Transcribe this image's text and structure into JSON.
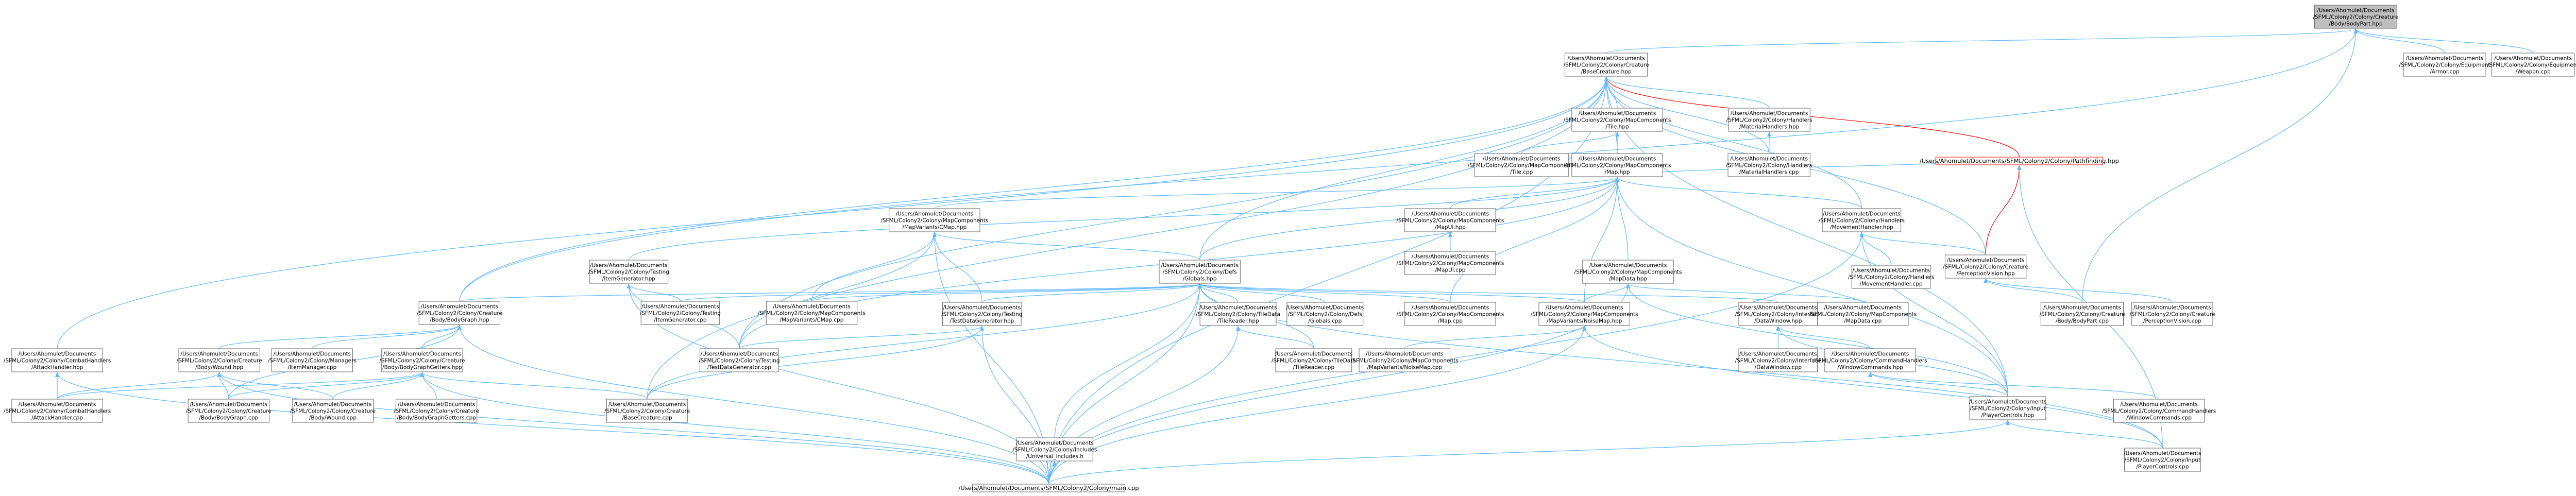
{
  "graph": {
    "title": "",
    "colors": {
      "edge": "#63b8ff",
      "edge_warning": "#ff0000",
      "root_fill": "#bfbfbf",
      "node_border": "#666666",
      "background": "#ffffff"
    },
    "nodes": [
      {
        "id": "bodypart_hpp",
        "lines": [
          "/Users/Ahomulet/Documents",
          "/SFML/Colony2/Colony/Creature",
          "/Body/BodyPart.hpp"
        ],
        "kind": "root"
      },
      {
        "id": "basecreature_hpp",
        "lines": [
          "/Users/Ahomulet/Documents",
          "/SFML/Colony2/Colony/Creature",
          "/BaseCreature.hpp"
        ]
      },
      {
        "id": "armor_cpp",
        "lines": [
          "/Users/Ahomulet/Documents",
          "/SFML/Colony2/Colony/Equipment",
          "/Armor.cpp"
        ]
      },
      {
        "id": "weapon_cpp",
        "lines": [
          "/Users/Ahomulet/Documents",
          "/SFML/Colony2/Colony/Equipment",
          "/Weapon.cpp"
        ]
      },
      {
        "id": "tile_hpp",
        "lines": [
          "/Users/Ahomulet/Documents",
          "/SFML/Colony2/Colony/MapComponents",
          "/Tile.hpp"
        ]
      },
      {
        "id": "materialhandlers_hpp",
        "lines": [
          "/Users/Ahomulet/Documents",
          "/SFML/Colony2/Colony/Handlers",
          "/MaterialHandlers.hpp"
        ]
      },
      {
        "id": "tile_cpp",
        "lines": [
          "/Users/Ahomulet/Documents",
          "/SFML/Colony2/Colony/MapComponents",
          "/Tile.cpp"
        ]
      },
      {
        "id": "materialhandlers_cpp",
        "lines": [
          "/Users/Ahomulet/Documents",
          "/SFML/Colony2/Colony/Handlers",
          "/MaterialHandlers.cpp"
        ]
      },
      {
        "id": "map_hpp",
        "lines": [
          "/Users/Ahomulet/Documents",
          "/SFML/Colony2/Colony/MapComponents",
          "/Map.hpp"
        ]
      },
      {
        "id": "pathfinding_hpp",
        "lines": [
          "/Users/Ahomulet/Documents/SFML/Colony2/Colony/Pathfinding.hpp"
        ],
        "kind": "warn"
      },
      {
        "id": "cmap_hpp",
        "lines": [
          "/Users/Ahomulet/Documents",
          "/SFML/Colony2/Colony/MapComponents",
          "/MapVariants/CMap.hpp"
        ]
      },
      {
        "id": "mapui_hpp",
        "lines": [
          "/Users/Ahomulet/Documents",
          "/SFML/Colony2/Colony/MapComponents",
          "/MapUI.hpp"
        ]
      },
      {
        "id": "movementhandler_hpp",
        "lines": [
          "/Users/Ahomulet/Documents",
          "/SFML/Colony2/Colony/Handlers",
          "/MovementHandler.hpp"
        ]
      },
      {
        "id": "itemgenerator_hpp",
        "lines": [
          "/Users/Ahomulet/Documents",
          "/SFML/Colony2/Colony/Testing",
          "/ItemGenerator.hpp"
        ]
      },
      {
        "id": "mapui_cpp",
        "lines": [
          "/Users/Ahomulet/Documents",
          "/SFML/Colony2/Colony/MapComponents",
          "/MapUI.cpp"
        ]
      },
      {
        "id": "globals_hpp",
        "lines": [
          "/Users/Ahomulet/Documents",
          "/SFML/Colony2/Colony/Defs",
          "/Globals.hpp"
        ]
      },
      {
        "id": "mapdata_hpp",
        "lines": [
          "/Users/Ahomulet/Documents",
          "/SFML/Colony2/Colony/MapComponents",
          "/MapData.hpp"
        ]
      },
      {
        "id": "movementhandler_cpp",
        "lines": [
          "/Users/Ahomulet/Documents",
          "/SFML/Colony2/Colony/Handlers",
          "/MovementHandler.cpp"
        ]
      },
      {
        "id": "perceptionvision_hpp",
        "lines": [
          "/Users/Ahomulet/Documents",
          "/SFML/Colony2/Colony/Creature",
          "/PerceptionVision.hpp"
        ]
      },
      {
        "id": "bodygraph_hpp",
        "lines": [
          "/Users/Ahomulet/Documents",
          "/SFML/Colony2/Colony/Creature",
          "/Body/BodyGraph.hpp"
        ]
      },
      {
        "id": "itemgenerator_cpp",
        "lines": [
          "/Users/Ahomulet/Documents",
          "/SFML/Colony2/Colony/Testing",
          "/ItemGenerator.cpp"
        ]
      },
      {
        "id": "cmap_cpp",
        "lines": [
          "/Users/Ahomulet/Documents",
          "/SFML/Colony2/Colony/MapComponents",
          "/MapVariants/CMap.cpp"
        ]
      },
      {
        "id": "tilereader_hpp",
        "lines": [
          "/Users/Ahomulet/Documents",
          "/SFML/Colony2/Colony/TileData",
          "/TileReader.hpp"
        ]
      },
      {
        "id": "globals_cpp",
        "lines": [
          "/Users/Ahomulet/Documents",
          "/SFML/Colony2/Colony/Defs",
          "/Globals.cpp"
        ]
      },
      {
        "id": "map_cpp",
        "lines": [
          "/Users/Ahomulet/Documents",
          "/SFML/Colony2/Colony/MapComponents",
          "/Map.cpp"
        ]
      },
      {
        "id": "noisemap_hpp",
        "lines": [
          "/Users/Ahomulet/Documents",
          "/SFML/Colony2/Colony/MapComponents",
          "/MapVariants/NoiseMap.hpp"
        ]
      },
      {
        "id": "datawindow_hpp",
        "lines": [
          "/Users/Ahomulet/Documents",
          "/SFML/Colony2/Colony/Interface",
          "/DataWindow.hpp"
        ]
      },
      {
        "id": "mapdata_cpp",
        "lines": [
          "/Users/Ahomulet/Documents",
          "/SFML/Colony2/Colony/MapComponents",
          "/MapData.cpp"
        ]
      },
      {
        "id": "bodypart_cpp",
        "lines": [
          "/Users/Ahomulet/Documents",
          "/SFML/Colony2/Colony/Creature",
          "/Body/BodyPart.cpp"
        ]
      },
      {
        "id": "perceptionvision_cpp",
        "lines": [
          "/Users/Ahomulet/Documents",
          "/SFML/Colony2/Colony/Creature",
          "/PerceptionVision.cpp"
        ]
      },
      {
        "id": "attackhandler_hpp",
        "lines": [
          "/Users/Ahomulet/Documents",
          "/SFML/Colony2/Colony/CombatHandlers",
          "/AttackHandler.hpp"
        ]
      },
      {
        "id": "wound_hpp",
        "lines": [
          "/Users/Ahomulet/Documents",
          "/SFML/Colony2/Colony/Creature",
          "/Body/Wound.hpp"
        ]
      },
      {
        "id": "itemmanager_cpp",
        "lines": [
          "/Users/Ahomulet/Documents",
          "/SFML/Colony2/Colony/Managers",
          "/ItemManager.cpp"
        ]
      },
      {
        "id": "bodygraphgetters_hpp",
        "lines": [
          "/Users/Ahomulet/Documents",
          "/SFML/Colony2/Colony/Creature",
          "/Body/BodyGraphGetters.hpp"
        ]
      },
      {
        "id": "testdatagenerator_hpp",
        "lines": [
          "/Users/Ahomulet/Documents",
          "/SFML/Colony2/Colony/Testing",
          "/TestDataGenerator.hpp"
        ]
      },
      {
        "id": "tilereader_cpp",
        "lines": [
          "/Users/Ahomulet/Documents",
          "/SFML/Colony2/Colony/TileData",
          "/TileReader.cpp"
        ]
      },
      {
        "id": "noisemap_cpp",
        "lines": [
          "/Users/Ahomulet/Documents",
          "/SFML/Colony2/Colony/MapComponents",
          "/MapVariants/NoiseMap.cpp"
        ]
      },
      {
        "id": "datawindow_cpp",
        "lines": [
          "/Users/Ahomulet/Documents",
          "/SFML/Colony2/Colony/Interface",
          "/DataWindow.cpp"
        ]
      },
      {
        "id": "windowcommands_hpp",
        "lines": [
          "/Users/Ahomulet/Documents",
          "/SFML/Colony2/Colony/CommandHandlers",
          "/WindowCommands.hpp"
        ]
      },
      {
        "id": "attackhandler_cpp",
        "lines": [
          "/Users/Ahomulet/Documents",
          "/SFML/Colony2/Colony/CombatHandlers",
          "/AttackHandler.cpp"
        ]
      },
      {
        "id": "bodygraph_cpp",
        "lines": [
          "/Users/Ahomulet/Documents",
          "/SFML/Colony2/Colony/Creature",
          "/Body/BodyGraph.cpp"
        ]
      },
      {
        "id": "wound_cpp",
        "lines": [
          "/Users/Ahomulet/Documents",
          "/SFML/Colony2/Colony/Creature",
          "/Body/Wound.cpp"
        ]
      },
      {
        "id": "bodygraphgetters_cpp",
        "lines": [
          "/Users/Ahomulet/Documents",
          "/SFML/Colony2/Colony/Creature",
          "/Body/BodyGraphGetters.cpp"
        ]
      },
      {
        "id": "basecreature_cpp",
        "lines": [
          "/Users/Ahomulet/Documents",
          "/SFML/Colony2/Colony/Creature",
          "/BaseCreature.cpp"
        ]
      },
      {
        "id": "testdatagenerator_cpp",
        "lines": [
          "/Users/Ahomulet/Documents",
          "/SFML/Colony2/Colony/Testing",
          "/TestDataGenerator.cpp"
        ]
      },
      {
        "id": "universal_includes_h",
        "lines": [
          "/Users/Ahomulet/Documents",
          "/SFML/Colony2/Colony/Includes",
          "/Universal_includes.h"
        ]
      },
      {
        "id": "playercontrols_hpp",
        "lines": [
          "/Users/Ahomulet/Documents",
          "/SFML/Colony2/Colony/Input",
          "/PlayerControls.hpp"
        ]
      },
      {
        "id": "windowcommands_cpp",
        "lines": [
          "/Users/Ahomulet/Documents",
          "/SFML/Colony2/Colony/CommandHandlers",
          "/WindowCommands.cpp"
        ]
      },
      {
        "id": "main_cpp",
        "lines": [
          "/Users/Ahomulet/Documents/SFML/Colony2/Colony/main.cpp"
        ]
      },
      {
        "id": "playercontrols_cpp",
        "lines": [
          "/Users/Ahomulet/Documents",
          "/SFML/Colony2/Colony/Input",
          "/PlayerControls.cpp"
        ]
      }
    ],
    "edges": [
      [
        "bodypart_hpp",
        "basecreature_hpp"
      ],
      [
        "bodypart_hpp",
        "armor_cpp"
      ],
      [
        "bodypart_hpp",
        "weapon_cpp"
      ],
      [
        "bodypart_hpp",
        "bodygraph_hpp"
      ],
      [
        "bodypart_hpp",
        "bodypart_cpp"
      ],
      [
        "basecreature_hpp",
        "tile_hpp"
      ],
      [
        "basecreature_hpp",
        "materialhandlers_hpp"
      ],
      [
        "basecreature_hpp",
        "materialhandlers_cpp"
      ],
      [
        "basecreature_hpp",
        "map_hpp"
      ],
      [
        "basecreature_hpp",
        "pathfinding_hpp",
        "warn"
      ],
      [
        "basecreature_hpp",
        "movementhandler_hpp"
      ],
      [
        "basecreature_hpp",
        "globals_hpp"
      ],
      [
        "basecreature_hpp",
        "perceptionvision_hpp"
      ],
      [
        "basecreature_hpp",
        "bodygraph_hpp"
      ],
      [
        "basecreature_hpp",
        "attackhandler_hpp"
      ],
      [
        "basecreature_hpp",
        "basecreature_cpp"
      ],
      [
        "basecreature_hpp",
        "testdatagenerator_cpp"
      ],
      [
        "basecreature_hpp",
        "main_cpp"
      ],
      [
        "basecreature_hpp",
        "playercontrols_hpp"
      ],
      [
        "tile_hpp",
        "tile_cpp"
      ],
      [
        "tile_hpp",
        "map_hpp"
      ],
      [
        "materialhandlers_hpp",
        "materialhandlers_cpp"
      ],
      [
        "map_hpp",
        "cmap_hpp"
      ],
      [
        "map_hpp",
        "mapui_hpp"
      ],
      [
        "map_hpp",
        "movementhandler_hpp"
      ],
      [
        "map_hpp",
        "itemgenerator_hpp"
      ],
      [
        "map_hpp",
        "globals_hpp"
      ],
      [
        "map_hpp",
        "mapdata_hpp"
      ],
      [
        "map_hpp",
        "pathfinding_hpp"
      ],
      [
        "map_hpp",
        "map_cpp"
      ],
      [
        "map_hpp",
        "noisemap_hpp"
      ],
      [
        "map_hpp",
        "playercontrols_hpp"
      ],
      [
        "map_hpp",
        "testdatagenerator_cpp"
      ],
      [
        "pathfinding_hpp",
        "perceptionvision_hpp",
        "warn"
      ],
      [
        "pathfinding_hpp",
        "playercontrols_cpp"
      ],
      [
        "cmap_hpp",
        "globals_hpp"
      ],
      [
        "cmap_hpp",
        "cmap_cpp"
      ],
      [
        "cmap_hpp",
        "testdatagenerator_hpp"
      ],
      [
        "cmap_hpp",
        "main_cpp"
      ],
      [
        "cmap_hpp",
        "testdatagenerator_cpp"
      ],
      [
        "mapui_hpp",
        "mapui_cpp"
      ],
      [
        "movementhandler_hpp",
        "movementhandler_cpp"
      ],
      [
        "movementhandler_hpp",
        "perceptionvision_hpp"
      ],
      [
        "movementhandler_hpp",
        "playercontrols_hpp"
      ],
      [
        "movementhandler_hpp",
        "main_cpp"
      ],
      [
        "itemgenerator_hpp",
        "itemgenerator_cpp"
      ],
      [
        "itemgenerator_hpp",
        "testdatagenerator_cpp"
      ],
      [
        "itemgenerator_hpp",
        "main_cpp"
      ],
      [
        "globals_hpp",
        "bodygraph_hpp"
      ],
      [
        "globals_hpp",
        "itemgenerator_cpp"
      ],
      [
        "globals_hpp",
        "cmap_cpp"
      ],
      [
        "globals_hpp",
        "tilereader_hpp"
      ],
      [
        "globals_hpp",
        "globals_cpp"
      ],
      [
        "globals_hpp",
        "map_cpp"
      ],
      [
        "globals_hpp",
        "noisemap_hpp"
      ],
      [
        "globals_hpp",
        "datawindow_hpp"
      ],
      [
        "globals_hpp",
        "testdatagenerator_hpp"
      ],
      [
        "globals_hpp",
        "tilereader_cpp"
      ],
      [
        "globals_hpp",
        "universal_includes_h"
      ],
      [
        "globals_hpp",
        "main_cpp"
      ],
      [
        "globals_hpp",
        "basecreature_cpp"
      ],
      [
        "globals_hpp",
        "playercontrols_cpp"
      ],
      [
        "mapdata_hpp",
        "mapdata_cpp"
      ],
      [
        "mapdata_hpp",
        "noisemap_hpp"
      ],
      [
        "mapdata_hpp",
        "playercontrols_hpp"
      ],
      [
        "mapdata_hpp",
        "main_cpp"
      ],
      [
        "perceptionvision_hpp",
        "perceptionvision_cpp"
      ],
      [
        "perceptionvision_hpp",
        "bodypart_cpp"
      ],
      [
        "bodygraph_hpp",
        "wound_hpp"
      ],
      [
        "bodygraph_hpp",
        "itemmanager_cpp"
      ],
      [
        "bodygraph_hpp",
        "bodygraphgetters_hpp"
      ],
      [
        "bodygraph_hpp",
        "bodygraph_cpp"
      ],
      [
        "bodygraph_hpp",
        "main_cpp"
      ],
      [
        "tilereader_hpp",
        "tilereader_cpp"
      ],
      [
        "tilereader_hpp",
        "main_cpp"
      ],
      [
        "noisemap_hpp",
        "noisemap_cpp"
      ],
      [
        "noisemap_hpp",
        "main_cpp"
      ],
      [
        "noisemap_hpp",
        "playercontrols_cpp"
      ],
      [
        "datawindow_hpp",
        "datawindow_cpp"
      ],
      [
        "datawindow_hpp",
        "windowcommands_hpp"
      ],
      [
        "datawindow_hpp",
        "playercontrols_hpp"
      ],
      [
        "attackhandler_hpp",
        "attackhandler_cpp"
      ],
      [
        "attackhandler_hpp",
        "main_cpp"
      ],
      [
        "wound_hpp",
        "wound_cpp"
      ],
      [
        "wound_hpp",
        "bodygraph_cpp"
      ],
      [
        "wound_hpp",
        "attackhandler_cpp"
      ],
      [
        "wound_hpp",
        "main_cpp"
      ],
      [
        "bodygraphgetters_hpp",
        "bodygraphgetters_cpp"
      ],
      [
        "bodygraphgetters_hpp",
        "bodygraph_cpp"
      ],
      [
        "bodygraphgetters_hpp",
        "attackhandler_cpp"
      ],
      [
        "bodygraphgetters_hpp",
        "wound_cpp"
      ],
      [
        "bodygraphgetters_hpp",
        "basecreature_cpp"
      ],
      [
        "bodygraphgetters_hpp",
        "main_cpp"
      ],
      [
        "testdatagenerator_hpp",
        "testdatagenerator_cpp"
      ],
      [
        "testdatagenerator_hpp",
        "main_cpp"
      ],
      [
        "testdatagenerator_hpp",
        "basecreature_cpp"
      ],
      [
        "universal_includes_h",
        "main_cpp"
      ],
      [
        "windowcommands_hpp",
        "windowcommands_cpp"
      ],
      [
        "windowcommands_hpp",
        "playercontrols_hpp"
      ],
      [
        "playercontrols_hpp",
        "main_cpp"
      ],
      [
        "playercontrols_hpp",
        "playercontrols_cpp"
      ]
    ]
  }
}
